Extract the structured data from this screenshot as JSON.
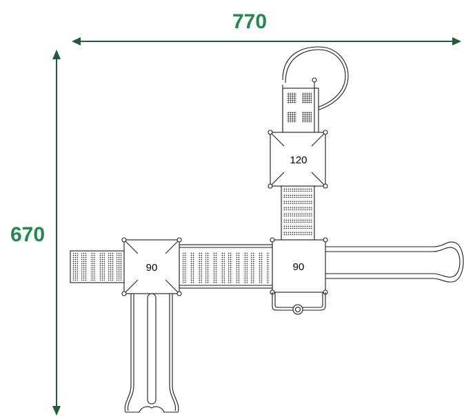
{
  "dimensions": {
    "width_label": "770",
    "height_label": "670",
    "color": "#1f8a4c",
    "arrow_color": "#1d5e34"
  },
  "platforms": {
    "left_label": "90",
    "center_label": "90",
    "top_label": "120"
  }
}
